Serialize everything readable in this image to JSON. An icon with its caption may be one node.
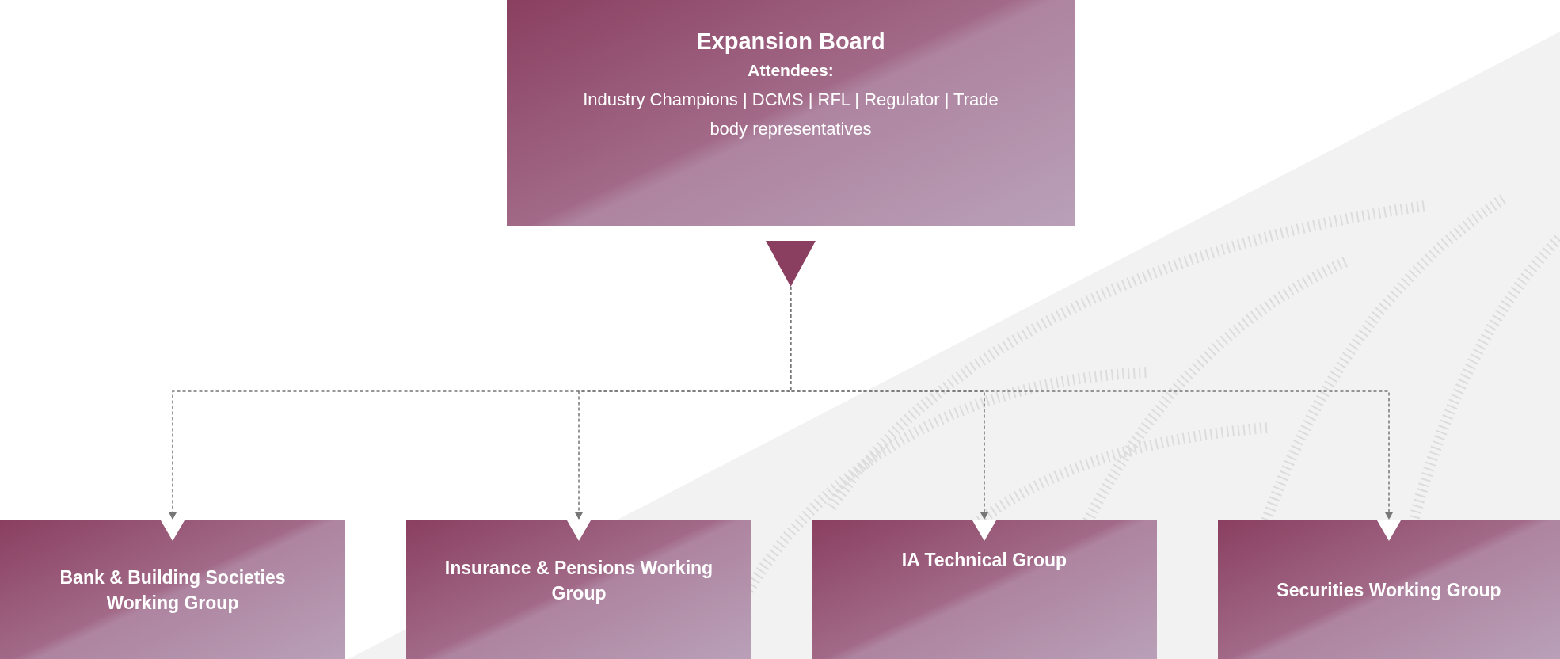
{
  "diagram": {
    "nodes": [
      {
        "text": [
          "Expansion Board",
          "Attendees:",
          "Industry Champions | DCMS | RFL | Regulator | Trade body representatives"
        ]
      },
      {
        "text": [],
        "shape": "triangle"
      },
      {
        "text": [
          "Bank & Building Societies Working Group"
        ]
      },
      {
        "text": [
          "Insurance & Pensions Working Group"
        ]
      },
      {
        "text": [
          "IA Technical Group"
        ]
      },
      {
        "text": [
          "Securities Working Group"
        ]
      }
    ],
    "edges": [
      {
        "from": 1,
        "to": 2,
        "arrow": "to",
        "style": "dashed"
      },
      {
        "from": 1,
        "to": 3,
        "arrow": "to",
        "style": "dashed"
      },
      {
        "from": 1,
        "to": 4,
        "arrow": "to",
        "style": "dashed"
      },
      {
        "from": 1,
        "to": 5,
        "arrow": "to",
        "style": "dashed"
      }
    ]
  }
}
